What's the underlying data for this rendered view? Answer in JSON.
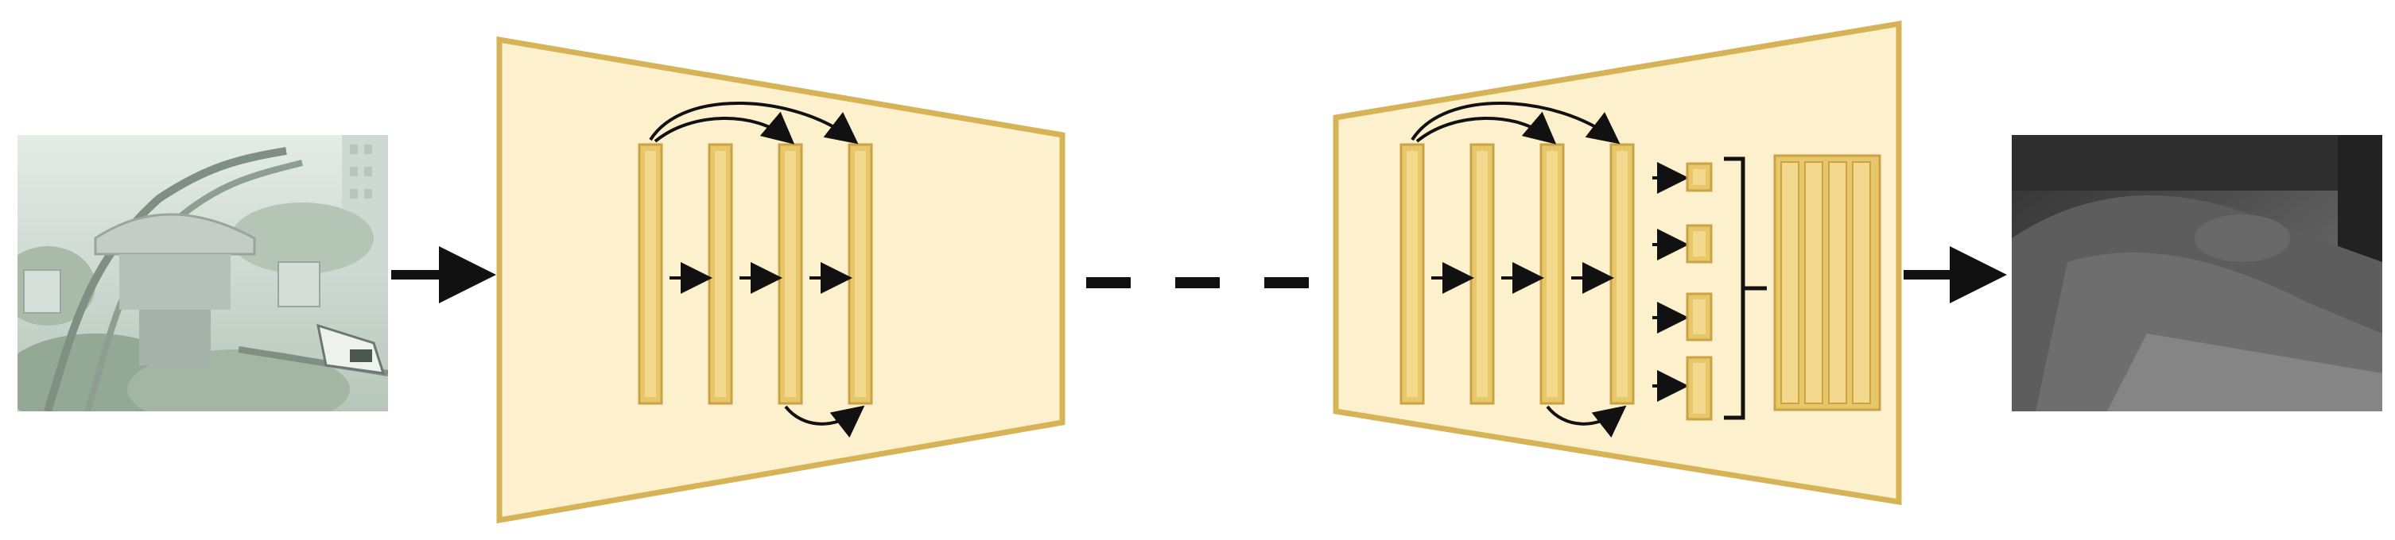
{
  "colors": {
    "block_fill": "#fdf0cc",
    "block_stroke": "#d6b356",
    "bar_fill": "#e8c66a",
    "bar_inner": "#f3d98e",
    "arrow": "#111111",
    "background": "#ffffff"
  },
  "input_image": {
    "icon": "hazy-train-photo",
    "palette": [
      "#dfe8e2",
      "#b9c8bd",
      "#8ea392",
      "#d8e0db"
    ]
  },
  "output_image": {
    "icon": "depth-map",
    "palette": [
      "#3a3a3a",
      "#5a5a5a",
      "#747474",
      "#8c8c8c"
    ]
  },
  "encoder": {
    "dense_layers": 4,
    "transition_arrows": 3
  },
  "decoder": {
    "dense_layers": 4,
    "transition_arrows": 3,
    "pyramid_pool_branches": 4,
    "concat_channels": 4
  },
  "connector": {
    "dashes": 3
  }
}
